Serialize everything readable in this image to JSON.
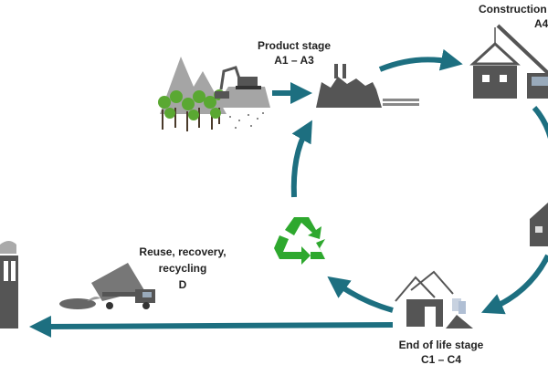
{
  "colors": {
    "arrow": "#1d6f80",
    "icon_dark": "#555555",
    "icon_light": "#a5a5a5",
    "tree": "#5aa832",
    "recycle": "#2ea82e"
  },
  "stages": {
    "product": {
      "title": "Product stage",
      "code": "A1 – A3"
    },
    "construction": {
      "title": "Construction",
      "code": "A4"
    },
    "end_of_life": {
      "title": "End of life stage",
      "code": "C1 – C4"
    },
    "reuse": {
      "line1": "Reuse, recovery,",
      "line2": "recycling",
      "code": "D"
    }
  },
  "icons": [
    "mountains-icon",
    "trees-icon",
    "excavator-icon",
    "factory-icon",
    "house-construction-icon",
    "crane-truck-icon",
    "house-icon",
    "demolition-icon",
    "recycle-icon",
    "dump-truck-icon",
    "power-plant-icon"
  ]
}
